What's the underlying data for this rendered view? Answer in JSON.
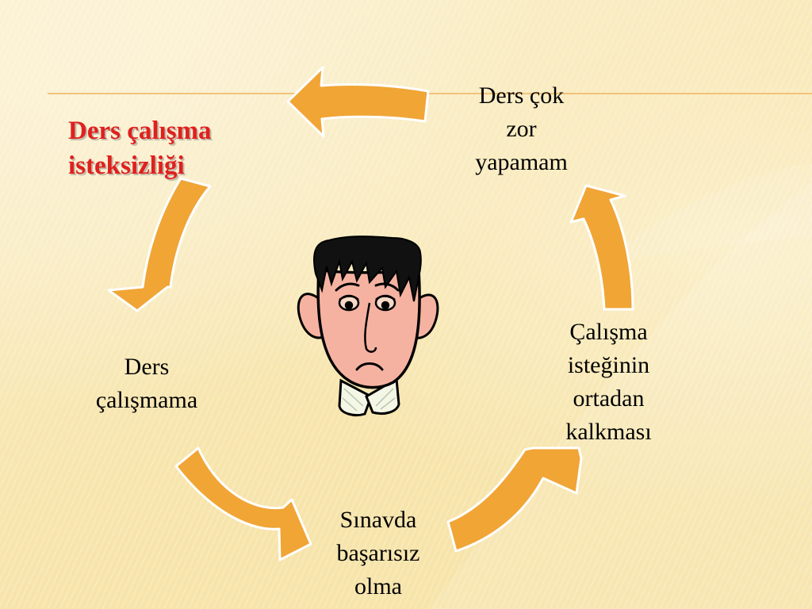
{
  "cycle": {
    "top_left": [
      "Ders çalışma",
      "isteksizliği"
    ],
    "top_right": [
      "Ders çok",
      "zor",
      "yapamam"
    ],
    "right": [
      "Çalışma",
      "isteğinin",
      "ortadan",
      "kalkması"
    ],
    "bottom": [
      "Sınavda",
      "başarısız",
      "olma"
    ],
    "left": [
      "Ders",
      "çalışmama"
    ]
  },
  "colors": {
    "arrow": "#f0a535",
    "arrow_stroke": "#ffffff",
    "highlight_text": "#e0201e",
    "background": "#f7e5ad"
  },
  "icons": {
    "center": "sad-face-icon"
  }
}
